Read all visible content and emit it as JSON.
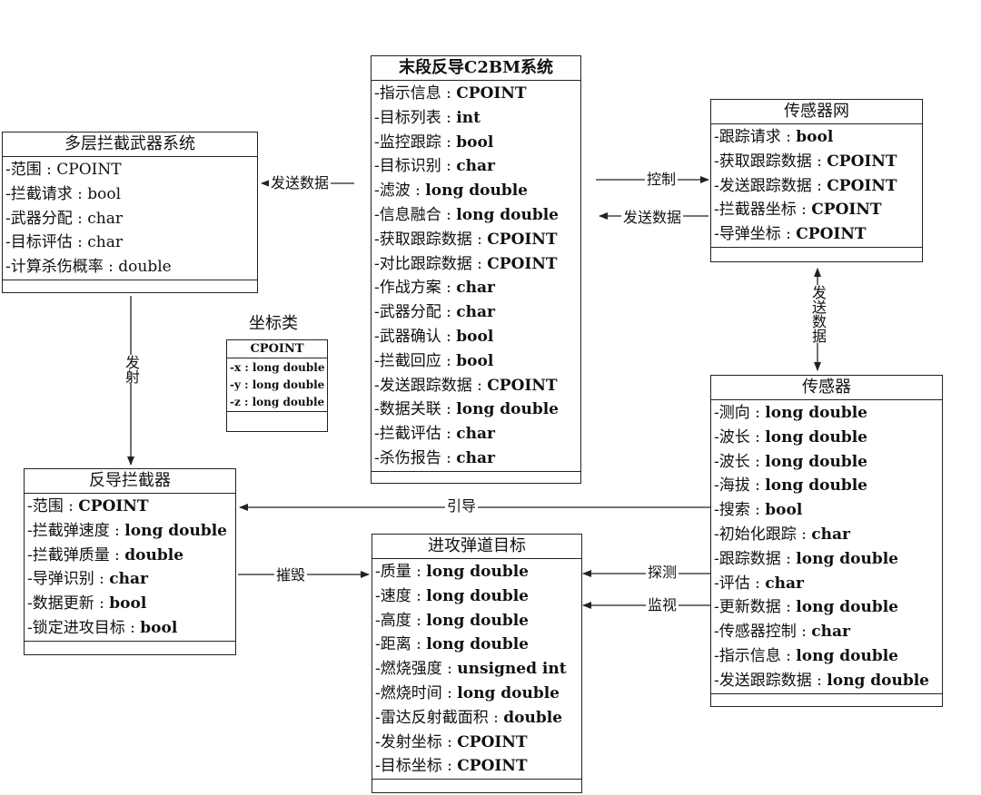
{
  "classes": {
    "terminal": {
      "title": "末段反导C2BM系统",
      "attrs": [
        {
          "n": "-指示信息 : ",
          "t": "CPOINT"
        },
        {
          "n": "-目标列表 : ",
          "t": "int"
        },
        {
          "n": "-监控跟踪 : ",
          "t": "bool"
        },
        {
          "n": "-目标识别 : ",
          "t": "char"
        },
        {
          "n": "-滤波 : ",
          "t": "long double"
        },
        {
          "n": "-信息融合 : ",
          "t": "long double"
        },
        {
          "n": "-获取跟踪数据 : ",
          "t": "CPOINT"
        },
        {
          "n": "-对比跟踪数据 : ",
          "t": "CPOINT"
        },
        {
          "n": "-作战方案 : ",
          "t": "char"
        },
        {
          "n": "-武器分配 : ",
          "t": "char"
        },
        {
          "n": "-武器确认 : ",
          "t": "bool"
        },
        {
          "n": "-拦截回应 : ",
          "t": "bool"
        },
        {
          "n": "-发送跟踪数据 : ",
          "t": "CPOINT"
        },
        {
          "n": "-数据关联 : ",
          "t": "long double"
        },
        {
          "n": "-拦截评估 : ",
          "t": "char"
        },
        {
          "n": "-杀伤报告 : ",
          "t": "char"
        }
      ]
    },
    "multilayer": {
      "title": "多层拦截武器系统",
      "attrs": [
        {
          "n": "-范围 : ",
          "t": "CPOINT"
        },
        {
          "n": "-拦截请求 : ",
          "t": "bool"
        },
        {
          "n": "-武器分配 : ",
          "t": "char"
        },
        {
          "n": "-目标评估 : ",
          "t": "char"
        },
        {
          "n": "-计算杀伤概率 : ",
          "t": "double"
        }
      ]
    },
    "sensornet": {
      "title": "传感器网",
      "attrs": [
        {
          "n": "-跟踪请求 : ",
          "t": "bool"
        },
        {
          "n": "-获取跟踪数据 : ",
          "t": "CPOINT"
        },
        {
          "n": "-发送跟踪数据 : ",
          "t": "CPOINT"
        },
        {
          "n": "-拦截器坐标 : ",
          "t": "CPOINT"
        },
        {
          "n": "-导弹坐标 : ",
          "t": "CPOINT"
        }
      ]
    },
    "sensor": {
      "title": "传感器",
      "attrs": [
        {
          "n": "-测向 : ",
          "t": "long double"
        },
        {
          "n": "-波长 : ",
          "t": "long double"
        },
        {
          "n": "-波长 : ",
          "t": "long double"
        },
        {
          "n": "-海拔 : ",
          "t": "long double"
        },
        {
          "n": "-搜索 : ",
          "t": "bool"
        },
        {
          "n": "-初始化跟踪 : ",
          "t": "char"
        },
        {
          "n": "-跟踪数据 : ",
          "t": "long double"
        },
        {
          "n": "-评估 : ",
          "t": "char"
        },
        {
          "n": "-更新数据 : ",
          "t": "long double"
        },
        {
          "n": "-传感器控制 : ",
          "t": "char"
        },
        {
          "n": "-指示信息 : ",
          "t": "long double"
        },
        {
          "n": "-发送跟踪数据 : ",
          "t": "long double"
        }
      ]
    },
    "interceptor": {
      "title": "反导拦截器",
      "attrs": [
        {
          "n": "-范围 : ",
          "t": "CPOINT"
        },
        {
          "n": "-拦截弹速度 : ",
          "t": "long double"
        },
        {
          "n": "-拦截弹质量 : ",
          "t": "double"
        },
        {
          "n": "-导弹识别 : ",
          "t": "char"
        },
        {
          "n": "-数据更新 : ",
          "t": "bool"
        },
        {
          "n": "-锁定进攻目标 : ",
          "t": "bool"
        }
      ]
    },
    "target": {
      "title": "进攻弹道目标",
      "attrs": [
        {
          "n": "-质量 : ",
          "t": "long double"
        },
        {
          "n": "-速度 : ",
          "t": "long double"
        },
        {
          "n": "-高度 : ",
          "t": "long double"
        },
        {
          "n": "-距离 : ",
          "t": "long double"
        },
        {
          "n": "-燃烧强度 : ",
          "t": "unsigned int"
        },
        {
          "n": "-燃烧时间 : ",
          "t": "long double"
        },
        {
          "n": "-雷达反射截面积 : ",
          "t": "double"
        },
        {
          "n": "-发射坐标 : ",
          "t": "CPOINT"
        },
        {
          "n": "-目标坐标 : ",
          "t": "CPOINT"
        }
      ]
    },
    "cpoint": {
      "caption": "坐标类",
      "title": "CPOINT",
      "attrs": [
        {
          "n": "-x : ",
          "t": "long double"
        },
        {
          "n": "-y : ",
          "t": "long double"
        },
        {
          "n": "-z : ",
          "t": "long double"
        }
      ]
    }
  },
  "edges": {
    "send_to_multilayer": "发送数据",
    "control": "控制",
    "send_from_net": "发送数据",
    "net_sensor": "发送数据",
    "launch": "发射",
    "guide": "引导",
    "destroy": "摧毁",
    "detect": "探测",
    "monitor": "监视"
  },
  "colors": {
    "line": "#222222",
    "background": "#ffffff"
  }
}
